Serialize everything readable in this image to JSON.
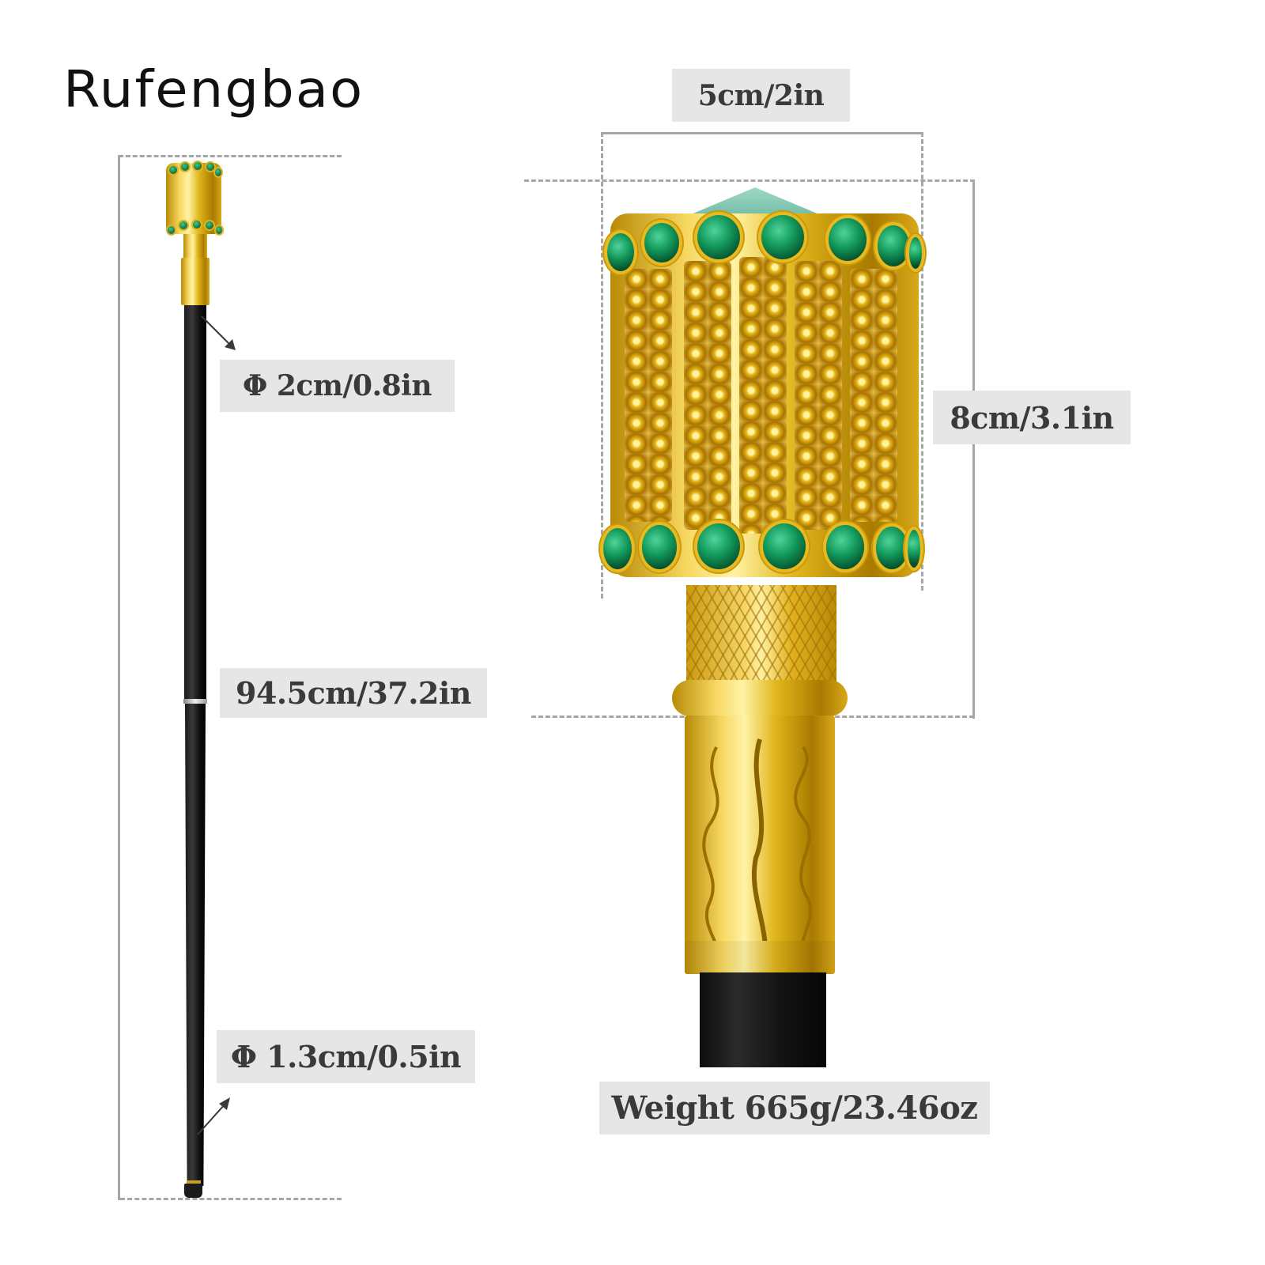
{
  "brand": {
    "name": "Rufengbao"
  },
  "product_left": {
    "description": "full-length walking cane, gold jeweled head with green gems, black shaft",
    "labels": {
      "top_diameter": "Φ 2cm/0.8in",
      "length": "94.5cm/37.2in",
      "bottom_diameter": "Φ 1.3cm/0.5in"
    }
  },
  "product_right": {
    "description": "close-up of gold cane handle with green rhinestones",
    "labels": {
      "width": "5cm/2in",
      "height": "8cm/3.1in",
      "weight": "Weight 665g/23.46oz"
    }
  },
  "colors": {
    "label_bg": "#e6e6e6",
    "label_text": "#3a3a3a",
    "guide_line": "#a8a6a4",
    "gold": "#e8b920",
    "gem_green": "#139a5c",
    "shaft_black": "#111111"
  }
}
